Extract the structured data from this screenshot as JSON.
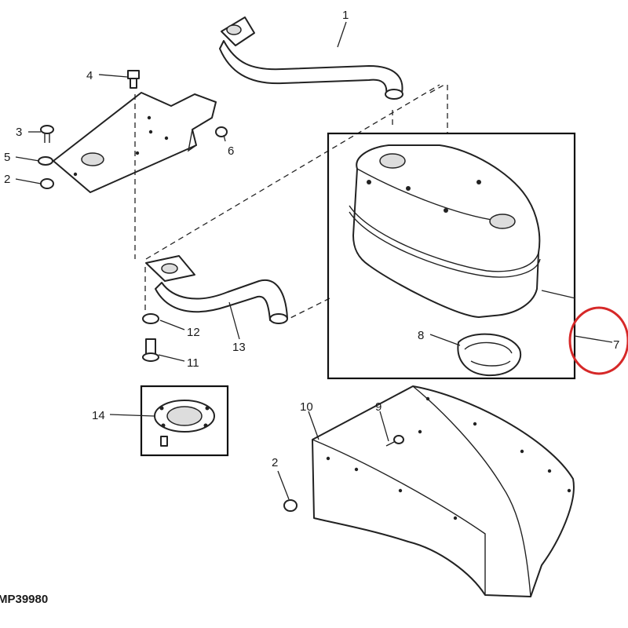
{
  "figure_id": "MP39980",
  "callouts": {
    "c1": "1",
    "c2a": "2",
    "c2b": "2",
    "c3": "3",
    "c4": "4",
    "c5": "5",
    "c6": "6",
    "c7": "7",
    "c8": "8",
    "c9": "9",
    "c10": "10",
    "c11": "11",
    "c12": "12",
    "c13": "13",
    "c14": "14"
  },
  "highlight": {
    "target": "7",
    "color": "#d62828"
  }
}
